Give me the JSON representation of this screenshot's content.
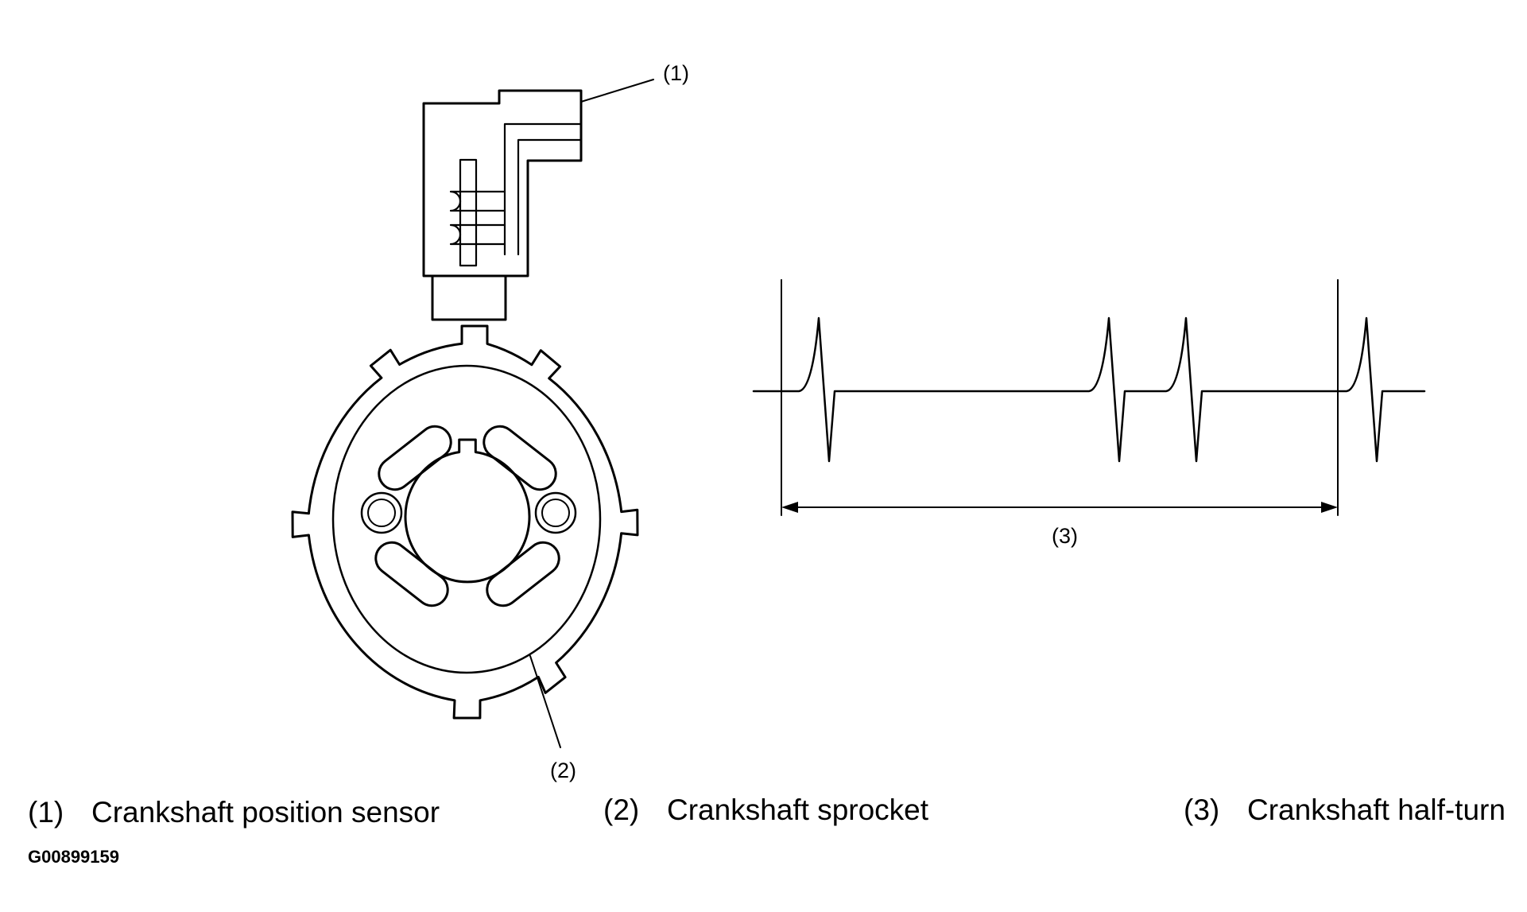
{
  "callouts": {
    "c1": "(1)",
    "c2": "(2)",
    "c3": "(3)"
  },
  "legend": [
    {
      "num": "(1)",
      "text": "Crankshaft position sensor"
    },
    {
      "num": "(2)",
      "text": "Crankshaft sprocket"
    },
    {
      "num": "(3)",
      "text": "Crankshaft half-turn"
    }
  ],
  "figure_id": "G00899159"
}
